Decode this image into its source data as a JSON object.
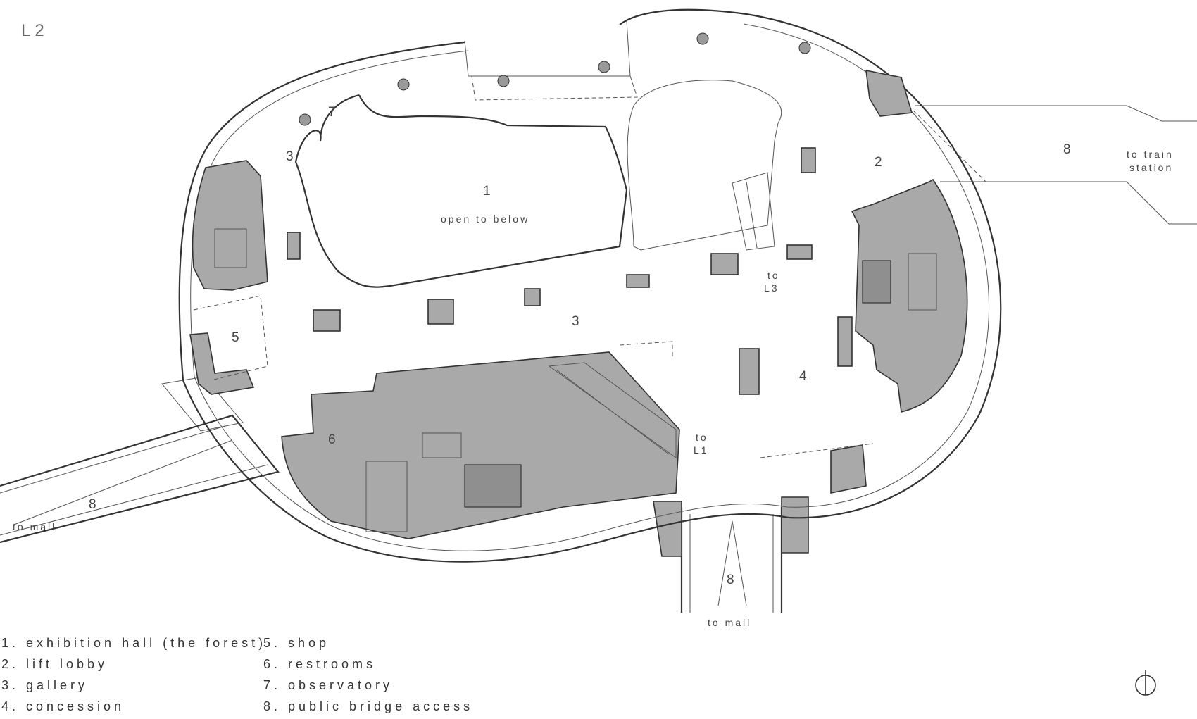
{
  "level": "L2",
  "labels": {
    "room1_num": "1",
    "room1_text": "open to below",
    "room2_num": "2",
    "room3_num_a": "3",
    "room3_num_b": "3",
    "room4_num": "4",
    "room5_num": "5",
    "room6_num": "6",
    "room7_num": "7",
    "bridge_right_num": "8",
    "bridge_right_line1": "to train",
    "bridge_right_line2": "station",
    "bridge_left_num": "8",
    "bridge_left_text": "to mall",
    "bridge_bottom_num": "8",
    "bridge_bottom_text": "to mall",
    "to_l3_a": "to",
    "to_l3_b": "L3",
    "to_l1_a": "to",
    "to_l1_b": "L1"
  },
  "legend": [
    {
      "text": "1. exhibition hall (the forest)"
    },
    {
      "text": "2. lift lobby"
    },
    {
      "text": "3. gallery"
    },
    {
      "text": "4. concession"
    },
    {
      "text": "5. shop"
    },
    {
      "text": "6. restrooms"
    },
    {
      "text": "7. observatory"
    },
    {
      "text": "8. public bridge access"
    }
  ],
  "icons": {
    "north_arrow": "north-arrow-icon"
  },
  "colors": {
    "service_core": "#a9a9a9",
    "lines": "#333333"
  }
}
